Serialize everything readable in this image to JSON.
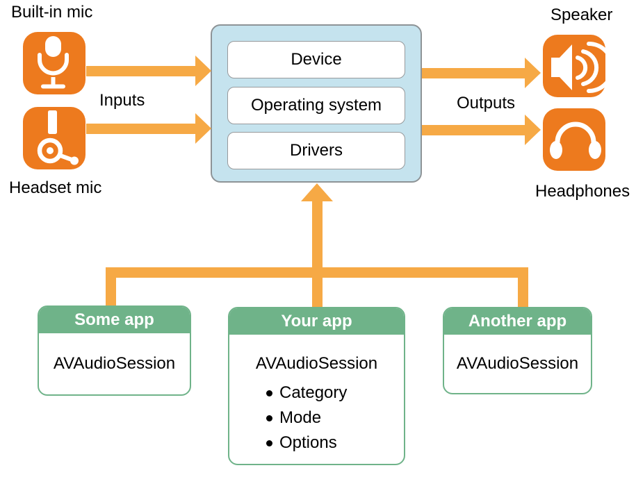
{
  "diagram": {
    "devices": {
      "built_in_mic": "Built-in mic",
      "headset_mic": "Headset mic",
      "speaker": "Speaker",
      "headphones": "Headphones"
    },
    "flow_labels": {
      "inputs": "Inputs",
      "outputs": "Outputs"
    },
    "system_stack": {
      "layers": [
        "Device",
        "Operating system",
        "Drivers"
      ]
    },
    "apps": [
      {
        "title": "Some app",
        "class_name": "AVAudioSession",
        "bullets": []
      },
      {
        "title": "Your app",
        "class_name": "AVAudioSession",
        "bullets": [
          "Category",
          "Mode",
          "Options"
        ]
      },
      {
        "title": "Another app",
        "class_name": "AVAudioSession",
        "bullets": []
      }
    ],
    "colors": {
      "icon_orange": "#ED7A1E",
      "arrow_orange": "#F6A945",
      "app_green": "#6FB389",
      "system_blue": "#C5E3EE"
    }
  }
}
